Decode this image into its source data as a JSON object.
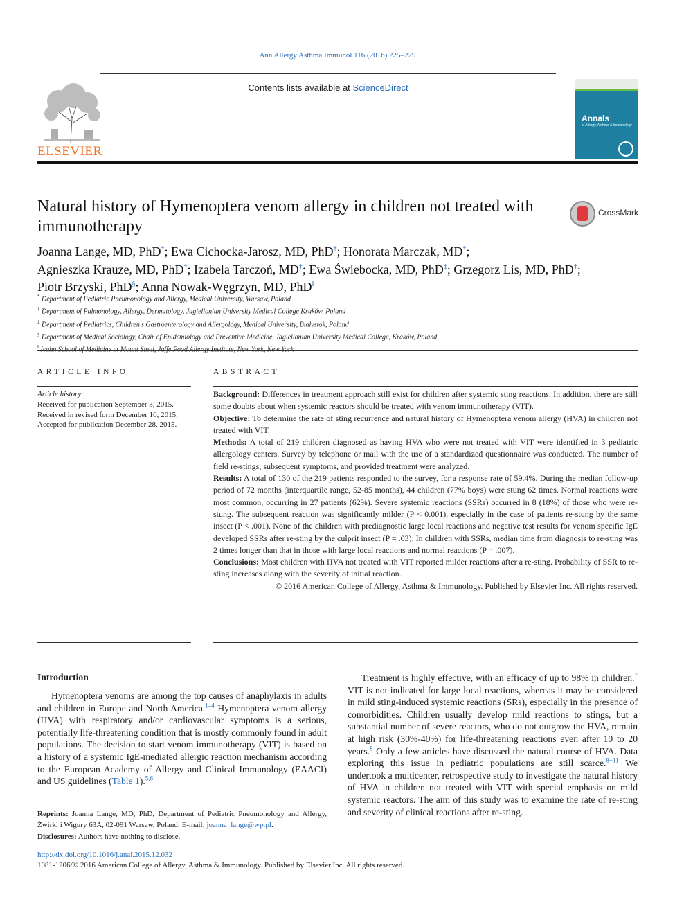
{
  "header": {
    "citation": "Ann Allergy Asthma Immunol 116 (2016) 225–229",
    "contents_prefix": "Contents lists available at",
    "contents_link": "ScienceDirect",
    "publisher_logo_text": "ELSEVIER",
    "journal_cover_title": "Annals",
    "journal_cover_subtitle": "of Allergy, Asthma & Immunology"
  },
  "article": {
    "title": "Natural history of Hymenoptera venom allergy in children not treated with immunotherapy",
    "crossmark_label": "CrossMark",
    "authors": [
      {
        "name": "Joanna Lange, MD, PhD",
        "mark": "*",
        "sep": "; "
      },
      {
        "name": "Ewa Cichocka-Jarosz, MD, PhD",
        "mark": "†",
        "sep": "; "
      },
      {
        "name": "Honorata Marczak, MD",
        "mark": "*",
        "sep": ";"
      },
      {
        "name": "Agnieszka Krauze, MD, PhD",
        "mark": "*",
        "sep": "; "
      },
      {
        "name": "Izabela Tarczoń, MD",
        "mark": "†",
        "sep": "; "
      },
      {
        "name": "Ewa Świebocka, MD, PhD",
        "mark": "‡",
        "sep": "; "
      },
      {
        "name": "Grzegorz Lis, MD, PhD",
        "mark": "†",
        "sep": ";"
      },
      {
        "name": "Piotr Brzyski, PhD",
        "mark": "§",
        "sep": "; "
      },
      {
        "name": "Anna Nowak-Węgrzyn, MD, PhD",
        "mark": "‖",
        "sep": ""
      }
    ],
    "affiliations": [
      {
        "mark": "*",
        "text": "Department of Pediatric Pneumonology and Allergy, Medical University, Warsaw, Poland"
      },
      {
        "mark": "†",
        "text": "Department of Pulmonology, Allergy, Dermatology, Jagiellonian University Medical College Kraków, Poland"
      },
      {
        "mark": "‡",
        "text": "Department of Pediatrics, Children's Gastroenterology and Allergology, Medical University, Bialystok, Poland"
      },
      {
        "mark": "§",
        "text": "Department of Medical Sociology, Chair of Epidemiology and Preventive Medicine, Jagiellonian University Medical College, Kraków, Poland"
      },
      {
        "mark": "‖",
        "text": "Icahn School of Medicine at Mount Sinai, Jaffe Food Allergy Institute, New York, New York"
      }
    ]
  },
  "article_info": {
    "heading": "ARTICLE INFO",
    "history_label": "Article history:",
    "history": [
      "Received for publication September 3, 2015.",
      "Received in revised form December 10, 2015.",
      "Accepted for publication December 28, 2015."
    ]
  },
  "abstract": {
    "heading": "ABSTRACT",
    "background_label": "Background:",
    "background": "Differences in treatment approach still exist for children after systemic sting reactions. In addition, there are still some doubts about when systemic reactors should be treated with venom immunotherapy (VIT).",
    "objective_label": "Objective:",
    "objective": "To determine the rate of sting recurrence and natural history of Hymenoptera venom allergy (HVA) in children not treated with VIT.",
    "methods_label": "Methods:",
    "methods": "A total of 219 children diagnosed as having HVA who were not treated with VIT were identified in 3 pediatric allergology centers. Survey by telephone or mail with the use of a standardized questionnaire was conducted. The number of field re-stings, subsequent symptoms, and provided treatment were analyzed.",
    "results_label": "Results:",
    "results": "A total of 130 of the 219 patients responded to the survey, for a response rate of 59.4%. During the median follow-up period of 72 months (interquartile range, 52-85 months), 44 children (77% boys) were stung 62 times. Normal reactions were most common, occurring in 27 patients (62%). Severe systemic reactions (SSRs) occurred in 8 (18%) of those who were re-stung. The subsequent reaction was significantly milder (P < 0.001), especially in the case of patients re-stung by the same insect (P < .001). None of the children with prediagnostic large local reactions and negative test results for venom specific IgE developed SSRs after re-sting by the culprit insect (P = .03). In children with SSRs, median time from diagnosis to re-sting was 2 times longer than that in those with large local reactions and normal reactions (P = .007).",
    "conclusions_label": "Conclusions:",
    "conclusions": "Most children with HVA not treated with VIT reported milder reactions after a re-sting. Probability of SSR to re-sting increases along with the severity of initial reaction.",
    "copyright": "© 2016 American College of Allergy, Asthma & Immunology. Published by Elsevier Inc. All rights reserved."
  },
  "body": {
    "intro_heading": "Introduction",
    "intro_p1_a": "Hymenoptera venoms are among the top causes of anaphylaxis in adults and children in Europe and North America.",
    "intro_p1_ref1": "1–4",
    "intro_p1_b": " Hymenoptera venom allergy (HVA) with respiratory and/or cardiovascular symptoms is a serious, potentially life-threatening condition that is mostly commonly found in adult populations. The decision to start venom immunotherapy (VIT) is based on a history of a systemic IgE-mediated allergic reaction mechanism according to the European Academy of Allergy and Clinical Immunology (EAACI) and US guidelines (",
    "intro_p1_table": "Table 1",
    "intro_p1_c": ").",
    "intro_p1_ref2": "5,6",
    "right_p_a": "Treatment is highly effective, with an efficacy of up to 98% in children.",
    "right_p_ref1": "7",
    "right_p_b": " VIT is not indicated for large local reactions, whereas it may be considered in mild sting-induced systemic reactions (SRs), especially in the presence of comorbidities. Children usually develop mild reactions to stings, but a substantial number of severe reactors, who do not outgrow the HVA, remain at high risk (30%-40%) for life-threatening reactions even after 10 to 20 years.",
    "right_p_ref2": "8",
    "right_p_c": " Only a few articles have discussed the natural course of HVA. Data exploring this issue in pediatric populations are still scarce.",
    "right_p_ref3": "8−11",
    "right_p_d": " We undertook a multicenter, retrospective study to investigate the natural history of HVA in children not treated with VIT with special emphasis on mild systemic reactors. The aim of this study was to examine the rate of re-sting and severity of clinical reactions after re-sting."
  },
  "footnotes": {
    "reprints_label": "Reprints:",
    "reprints": " Joanna Lange, MD, PhD, Department of Pediatric Pneumonology and Allergy, Żwirki i Wigury 63A, 02-091 Warsaw, Poland; E-mail: ",
    "email": "joanna_lange@wp.pl",
    "reprints_end": ".",
    "disclosures_label": "Disclosures:",
    "disclosures": " Authors have nothing to disclose.",
    "doi": "http://dx.doi.org/10.1016/j.anai.2015.12.032",
    "issn": "1081-1206/© 2016 American College of Allergy, Asthma & Immunology. Published by Elsevier Inc. All rights reserved."
  },
  "colors": {
    "link": "#2a6ebb",
    "elsevier_orange": "#f26f21",
    "cover_teal": "#1f7fa0"
  }
}
